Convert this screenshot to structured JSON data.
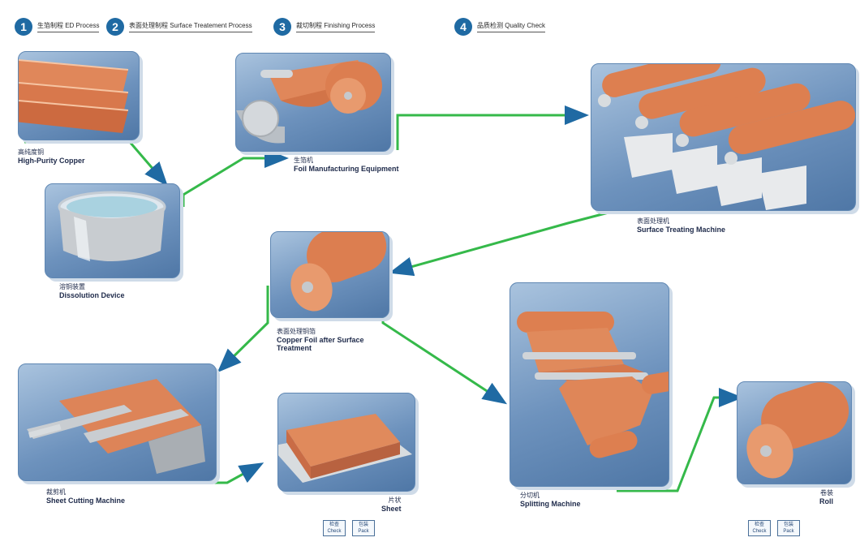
{
  "steps": [
    {
      "num": "1",
      "text": "生箔制程 ED Process"
    },
    {
      "num": "2",
      "text": "表面处理制程 Surface Treatement Process"
    },
    {
      "num": "3",
      "text": "裁切制程 Finishing Process"
    },
    {
      "num": "4",
      "text": "品质检测 Quality Check"
    }
  ],
  "nodes": {
    "high_purity_copper": {
      "zh": "高纯度铜",
      "en": "High-Purity Copper"
    },
    "dissolution_device": {
      "zh": "溶铜装置",
      "en": "Dissolution Device"
    },
    "foil_equipment": {
      "zh": "生箔机",
      "en": "Foil Manufacturing Equipment"
    },
    "surface_treating": {
      "zh": "表面处理机",
      "en": "Surface Treating Machine"
    },
    "copper_foil_after": {
      "zh": "表面处理铜箔",
      "en1": "Copper Foil after Surface",
      "en2": "Treatment"
    },
    "sheet_cutting": {
      "zh": "裁剪机",
      "en": "Sheet Cutting Machine"
    },
    "sheet": {
      "zh": "片状",
      "en": "Sheet"
    },
    "splitting": {
      "zh": "分切机",
      "en": "Splitting Machine"
    },
    "roll": {
      "zh": "卷装",
      "en": "Roll"
    }
  },
  "buttons": {
    "left": [
      {
        "zh": "检查",
        "en": "Check"
      },
      {
        "zh": "包装",
        "en": "Pack"
      }
    ],
    "right": [
      {
        "zh": "检查",
        "en": "Check"
      },
      {
        "zh": "包装",
        "en": "Pack"
      }
    ]
  },
  "colors": {
    "arrow_green": "#35b94a",
    "arrow_blue": "#1f6aa3",
    "copper": "#d9774a",
    "panel": "#6d92bd"
  }
}
